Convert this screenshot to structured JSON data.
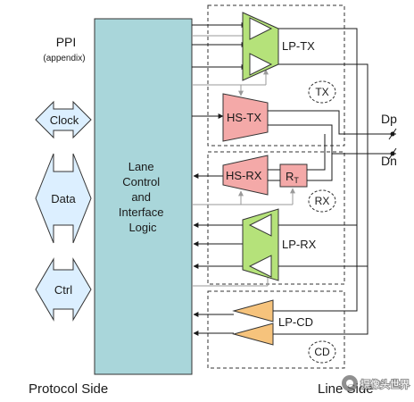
{
  "ppi": {
    "title": "PPI",
    "subtitle": "(appendix)"
  },
  "interfaces": {
    "clock": "Clock",
    "data": "Data",
    "ctrl": "Ctrl"
  },
  "lane_control": [
    "Lane",
    "Control",
    "and",
    "Interface",
    "Logic"
  ],
  "blocks": {
    "lp_tx": "LP-TX",
    "hs_tx": "HS-TX",
    "hs_rx": "HS-RX",
    "rt_main": "R",
    "rt_sub": "T",
    "lp_rx": "LP-RX",
    "lp_cd": "LP-CD"
  },
  "groups": {
    "tx": "TX",
    "rx": "RX",
    "cd": "CD"
  },
  "pins": {
    "dp": "Dp",
    "dn": "Dn"
  },
  "sides": {
    "protocol": "Protocol Side",
    "line": "Line Side"
  },
  "watermark": "摄像头世界",
  "colors": {
    "lane_fill": "#a9d6da",
    "interface_fill": "#dcefff",
    "lp_fill": "#b5e27a",
    "hs_fill": "#f4a9a8",
    "cd_fill": "#f6c37c",
    "line": "#1a1a1a",
    "ctrl_line": "#9a9a9a"
  }
}
